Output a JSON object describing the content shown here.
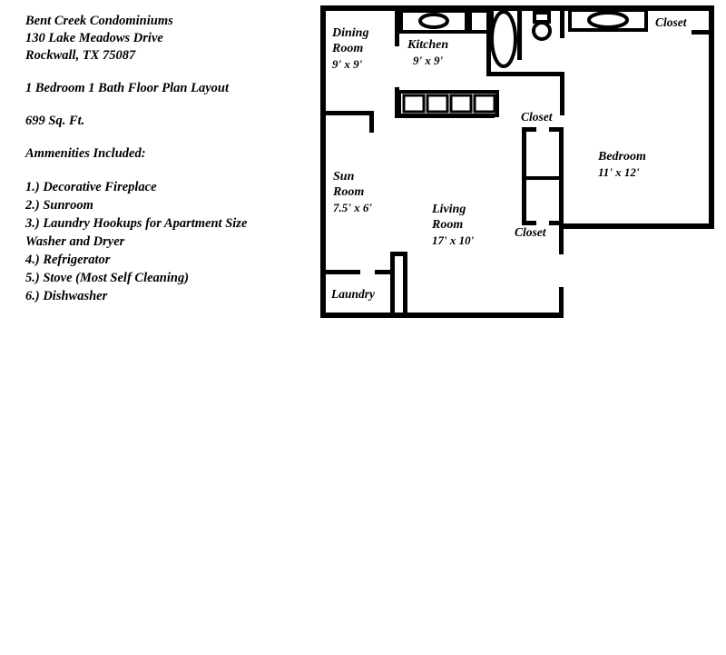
{
  "property": {
    "name": "Bent Creek Condominiums",
    "address_line": "130 Lake Meadows Drive",
    "city_state_zip": "Rockwall, TX 75087",
    "plan_type": "1 Bedroom 1 Bath Floor Plan Layout",
    "square_feet": "699 Sq. Ft."
  },
  "amenities": {
    "heading": "Ammenities Included:",
    "items": [
      "1.) Decorative Fireplace",
      "2.) Sunroom",
      "3.) Laundry Hookups for Apartment Size",
      "Washer and Dryer",
      "4.) Refrigerator",
      "5.) Stove (Most Self Cleaning)",
      "6.) Dishwasher"
    ]
  },
  "floorplan": {
    "wall_color": "#000000",
    "fill_color": "#ffffff",
    "rooms": [
      {
        "id": "dining",
        "name": "Dining",
        "name2": "Room",
        "dimensions": "9' x 9'"
      },
      {
        "id": "kitchen",
        "name": "Kitchen",
        "name2": "",
        "dimensions": "9' x 9'"
      },
      {
        "id": "sun",
        "name": "Sun",
        "name2": "Room",
        "dimensions": "7.5' x 6'"
      },
      {
        "id": "living",
        "name": "Living",
        "name2": "Room",
        "dimensions": "17' x 10'"
      },
      {
        "id": "bedroom",
        "name": "Bedroom",
        "name2": "",
        "dimensions": "11' x 12'"
      }
    ],
    "closets": [
      {
        "id": "closet-bath",
        "label": "Closet"
      },
      {
        "id": "closet-bedroom-upper",
        "label": "Closet"
      },
      {
        "id": "closet-bedroom-lower",
        "label": "Closet"
      }
    ],
    "utility": {
      "laundry_label": "Laundry"
    },
    "fixtures": [
      {
        "id": "kitchen-sink",
        "name": "kitchen-sink"
      },
      {
        "id": "kitchen-stove",
        "name": "stove"
      },
      {
        "id": "cabinet-1",
        "name": "cabinet"
      },
      {
        "id": "cabinet-2",
        "name": "cabinet"
      },
      {
        "id": "cabinet-3",
        "name": "cabinet"
      },
      {
        "id": "cabinet-4",
        "name": "cabinet"
      },
      {
        "id": "bathtub",
        "name": "bathtub"
      },
      {
        "id": "toilet",
        "name": "toilet"
      },
      {
        "id": "vanity-sink",
        "name": "vanity-sink"
      }
    ]
  }
}
